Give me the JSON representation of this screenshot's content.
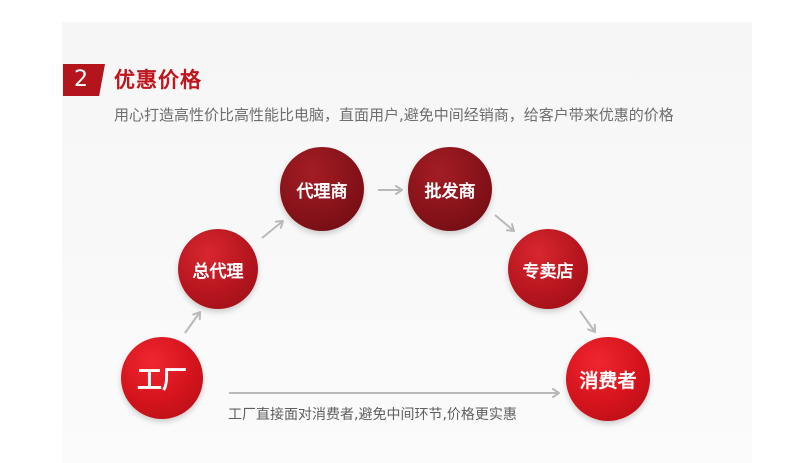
{
  "section": {
    "number": "2",
    "title": "优惠价格",
    "subtitle": "用心打造高性价比高性能比电脑，直面用户,避免中间经销商，给客户带来优惠的价格"
  },
  "flow": {
    "nodes": [
      "工厂",
      "总代理",
      "代理商",
      "批发商",
      "专卖店",
      "消费者"
    ],
    "direct_note": "工厂直接面对消费者,避免中间环节,价格更实惠"
  },
  "colors": {
    "accent": "#c0151d",
    "dark_red": "#861219",
    "arrow": "#b9b9b9",
    "subtitle_text": "#6e6e6e"
  },
  "icons": [
    "arrow-right-icon"
  ]
}
